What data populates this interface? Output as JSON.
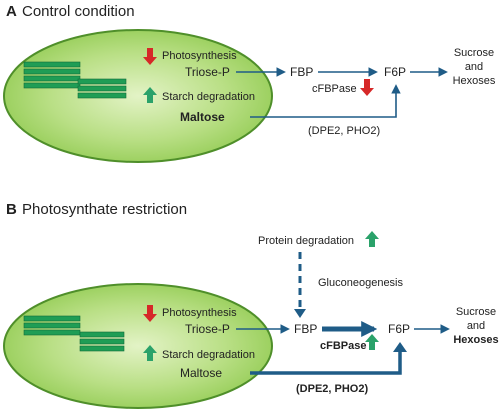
{
  "colors": {
    "chloroplast_fill": "#a8d66a",
    "chloroplast_edge": "#4f8f2a",
    "thylakoid": "#1f9d55",
    "arrow": "#1f5c87",
    "up_arrow": "#2aa26a",
    "down_arrow": "#d62828"
  },
  "panels": [
    {
      "letter": "A",
      "title": "Control condition",
      "photosynthesis": "Photosynthesis",
      "triose_p": "Triose-P",
      "starch_degradation": "Starch degradation",
      "maltose": "Maltose",
      "fbp": "FBP",
      "f6p": "F6P",
      "cfbpase": "cFBPase",
      "dpe2_pho2": "(DPE2, PHO2)",
      "sucrose": "Sucrose",
      "and": "and",
      "hexoses": "Hexoses"
    },
    {
      "letter": "B",
      "title": "Photosynthate restriction",
      "protein_degradation": "Protein degradation",
      "gluconeogenesis": "Gluconeogenesis",
      "photosynthesis": "Photosynthesis",
      "triose_p": "Triose-P",
      "starch_degradation": "Starch degradation",
      "maltose": "Maltose",
      "fbp": "FBP",
      "f6p": "F6P",
      "cfbpase": "cFBPase",
      "dpe2_pho2": "(DPE2, PHO2)",
      "sucrose": "Sucrose",
      "and": "and",
      "hexoses": "Hexoses"
    }
  ]
}
